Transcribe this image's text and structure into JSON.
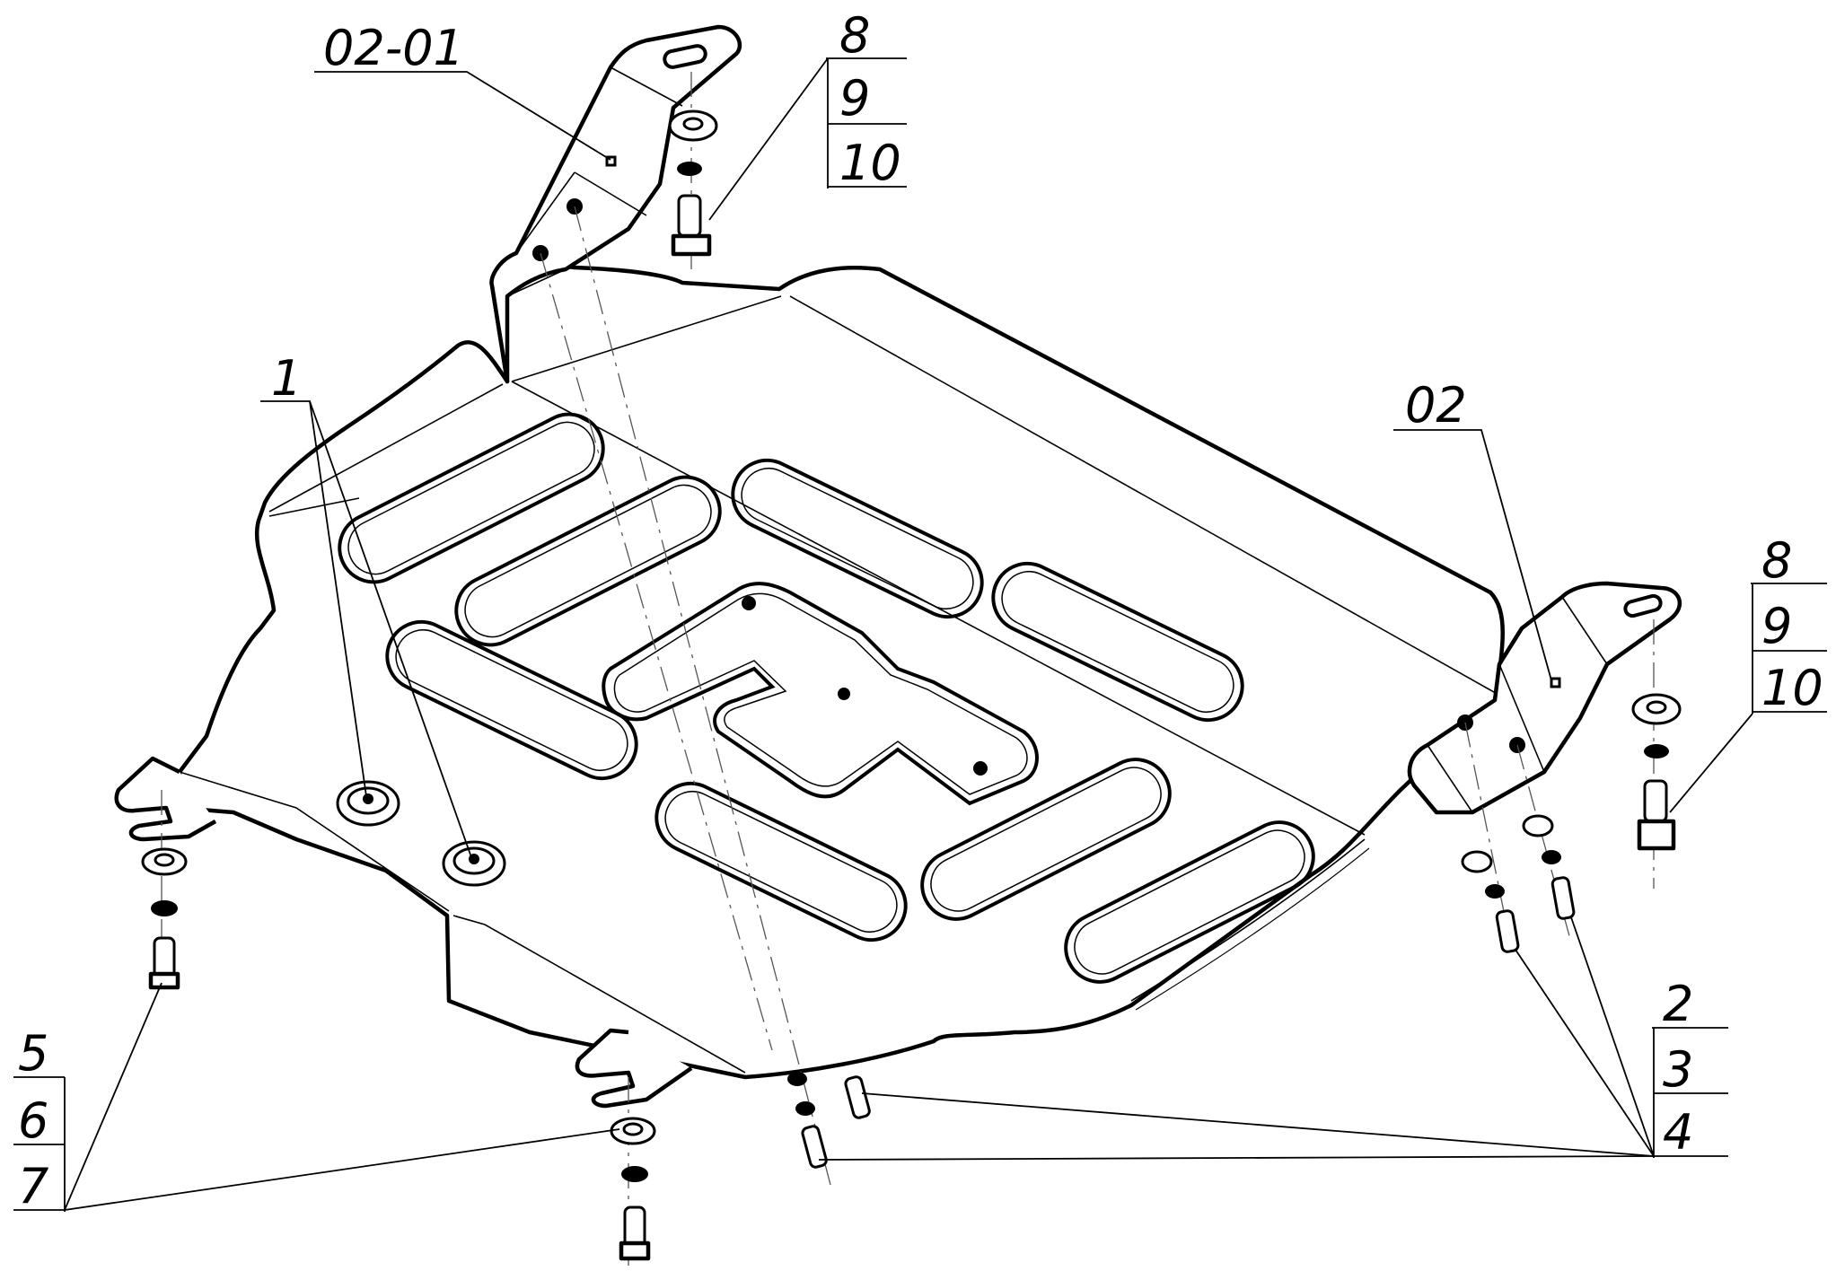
{
  "labels": {
    "part_02_01": "02-01",
    "part_02": "02",
    "part_1": "1",
    "tl_8": "8",
    "tl_9": "9",
    "tl_10": "10",
    "tr_8": "8",
    "tr_9": "9",
    "tr_10": "10",
    "br_2": "2",
    "br_3": "3",
    "br_4": "4",
    "bl_5": "5",
    "bl_6": "6",
    "bl_7": "7"
  }
}
